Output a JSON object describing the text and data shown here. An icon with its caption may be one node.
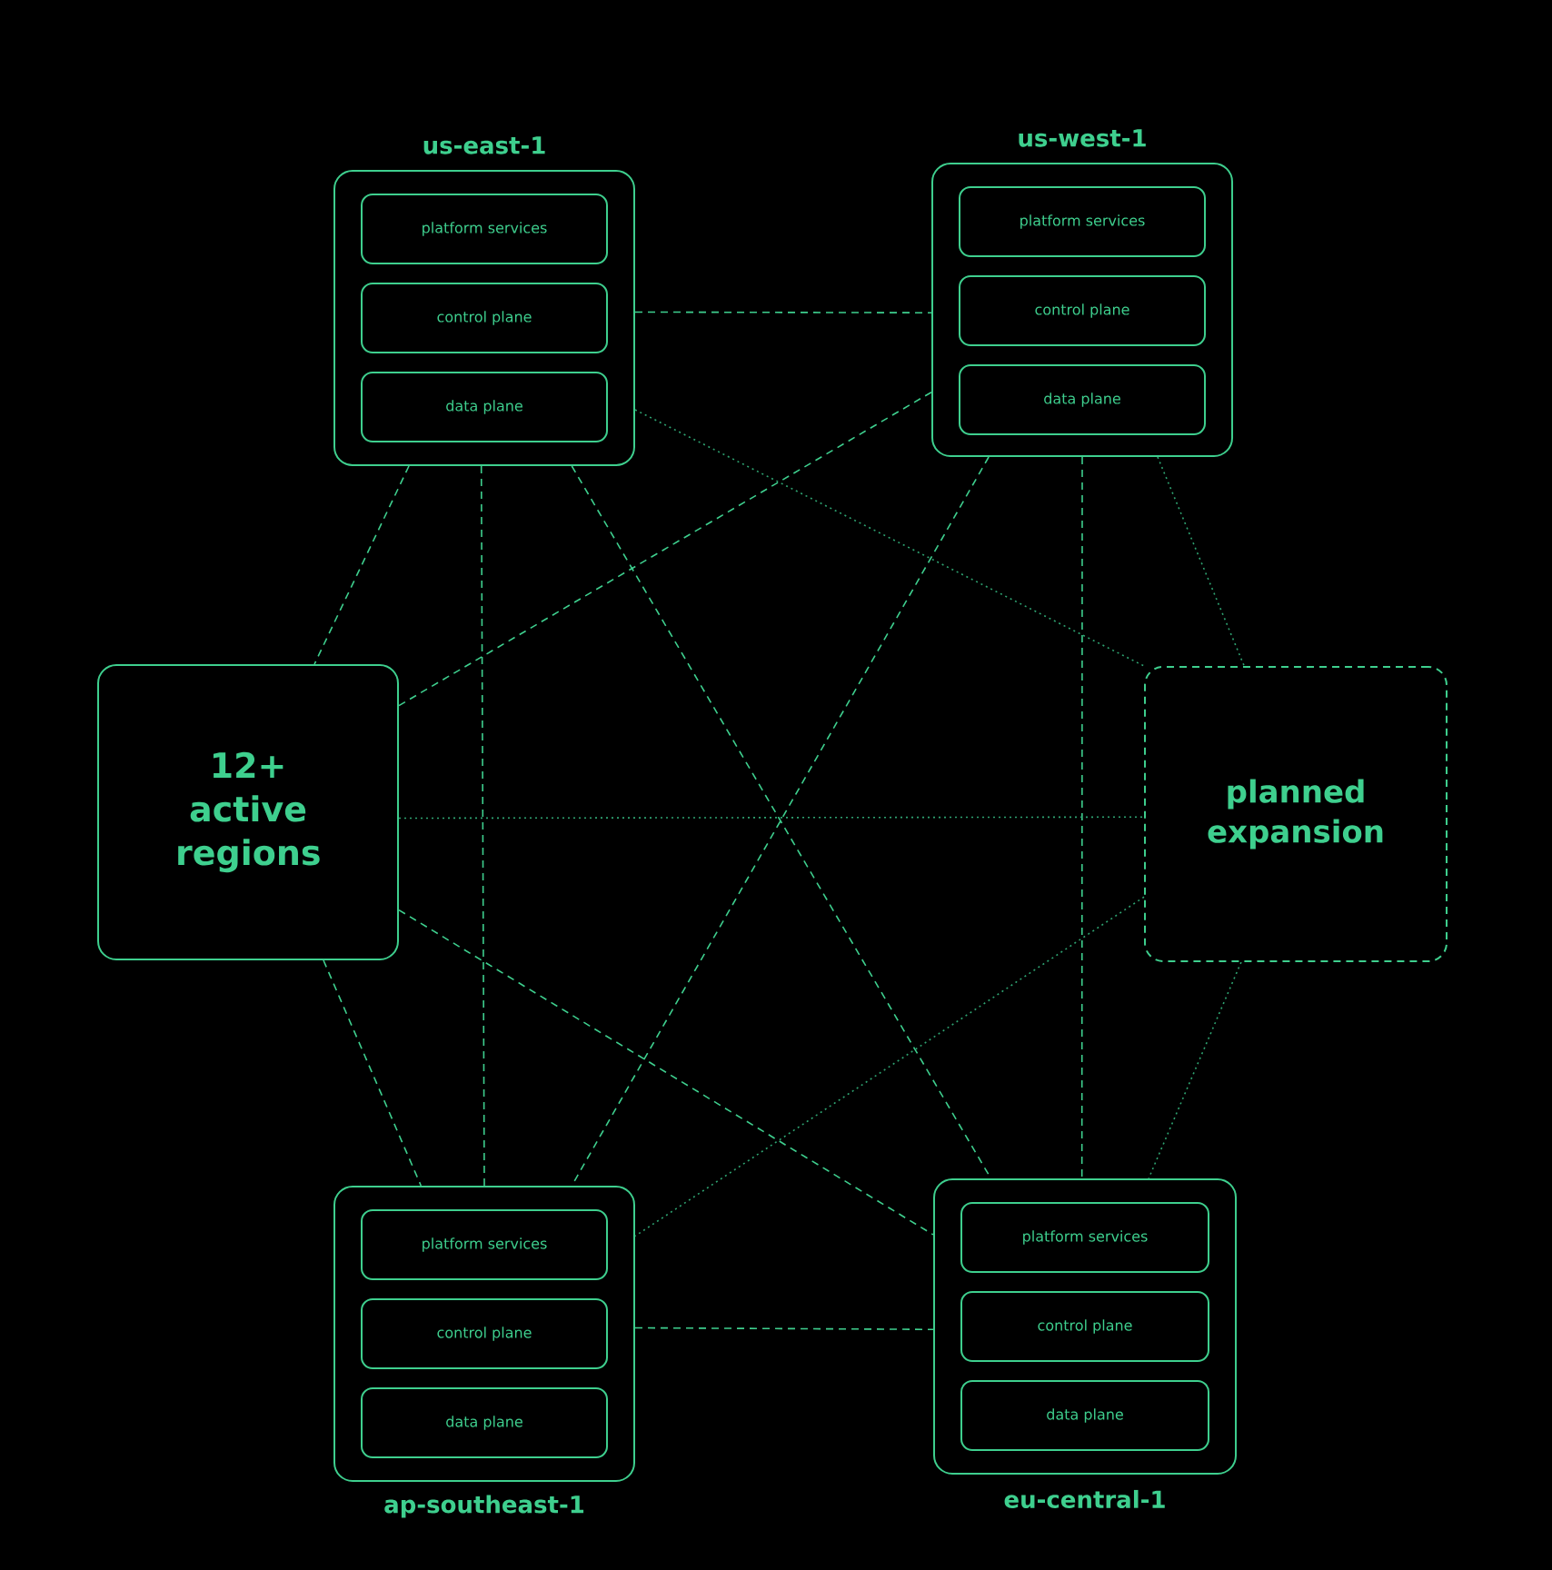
{
  "diagram": {
    "nodes": [
      {
        "text": [
          "us-east-1"
        ]
      },
      {
        "text": [
          "platform services"
        ],
        "in": 0
      },
      {
        "text": [
          "control plane"
        ],
        "in": 0
      },
      {
        "text": [
          "data plane"
        ],
        "in": 0
      },
      {
        "text": [
          "us-west-1"
        ]
      },
      {
        "text": [
          "platform services"
        ],
        "in": 4
      },
      {
        "text": [
          "control plane"
        ],
        "in": 4
      },
      {
        "text": [
          "data plane"
        ],
        "in": 4
      },
      {
        "text": [
          "12+ active regions"
        ]
      },
      {
        "text": [
          "planned expansion"
        ]
      },
      {
        "text": [
          "ap-southeast-1"
        ]
      },
      {
        "text": [
          "platform services"
        ],
        "in": 10
      },
      {
        "text": [
          "control plane"
        ],
        "in": 10
      },
      {
        "text": [
          "data plane"
        ],
        "in": 10
      },
      {
        "text": [
          "eu-central-1"
        ]
      },
      {
        "text": [
          "platform services"
        ],
        "in": 14
      },
      {
        "text": [
          "control plane"
        ],
        "in": 14
      },
      {
        "text": [
          "data plane"
        ],
        "in": 14
      }
    ],
    "edges": [
      {
        "from": 0,
        "to": 4,
        "arrow": "none",
        "style": "dashed"
      },
      {
        "from": 0,
        "to": 9,
        "arrow": "none",
        "color": "#2fa472"
      },
      {
        "from": 0,
        "to": 8,
        "arrow": "none",
        "style": "dashed"
      },
      {
        "from": 0,
        "to": 10,
        "arrow": "none",
        "style": "dashed"
      },
      {
        "from": 0,
        "to": 14,
        "arrow": "none",
        "style": "dashed"
      },
      {
        "from": 4,
        "to": 8,
        "arrow": "none",
        "style": "dashed"
      },
      {
        "from": 4,
        "to": 10,
        "arrow": "none",
        "style": "dashed"
      },
      {
        "from": 4,
        "to": 14,
        "arrow": "none",
        "style": "dashed"
      },
      {
        "from": 4,
        "to": 9,
        "arrow": "none",
        "color": "#2fa472"
      },
      {
        "from": 8,
        "to": 9,
        "arrow": "none",
        "color": "#2fa472"
      },
      {
        "from": 8,
        "to": 10,
        "arrow": "none",
        "style": "dashed"
      },
      {
        "from": 8,
        "to": 14,
        "arrow": "none",
        "style": "dashed"
      },
      {
        "from": 9,
        "to": 10,
        "arrow": "none",
        "color": "#2fa472"
      },
      {
        "from": 9,
        "to": 14,
        "arrow": "none",
        "color": "#2fa472"
      },
      {
        "from": 10,
        "to": 14,
        "arrow": "none",
        "style": "dashed"
      }
    ]
  }
}
